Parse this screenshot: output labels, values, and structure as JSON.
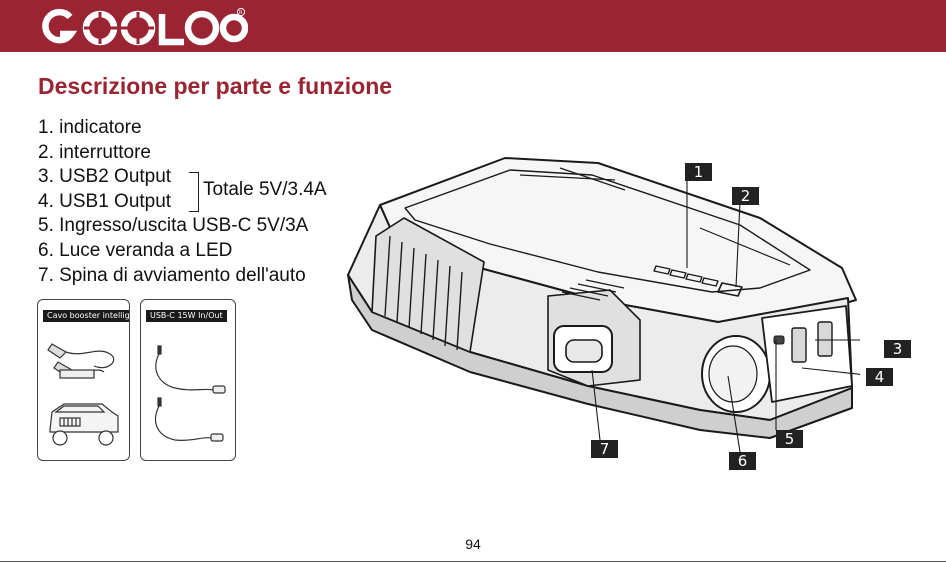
{
  "brand": {
    "logo_text": "GOOLOO",
    "registered_mark": "R",
    "color": "#9a2432"
  },
  "title": "Descrizione per parte e funzione",
  "parts": [
    "1. indicatore",
    "2. interruttore",
    "3. USB2 Output",
    "4. USB1 Output",
    "5. Ingresso/uscita USB-C 5V/3A",
    "6. Luce veranda a LED",
    "7. Spina di avviamento dell'auto"
  ],
  "usb_total": "Totale 5V/3.4A",
  "accessories": [
    {
      "label": "Cavo booster intelligente",
      "icon": "jumper-cable-car-icon"
    },
    {
      "label": "USB-C 15W In/Out",
      "icon": "usb-cable-icon"
    }
  ],
  "callouts": [
    "1",
    "2",
    "3",
    "4",
    "5",
    "6",
    "7"
  ],
  "page_number": "94"
}
